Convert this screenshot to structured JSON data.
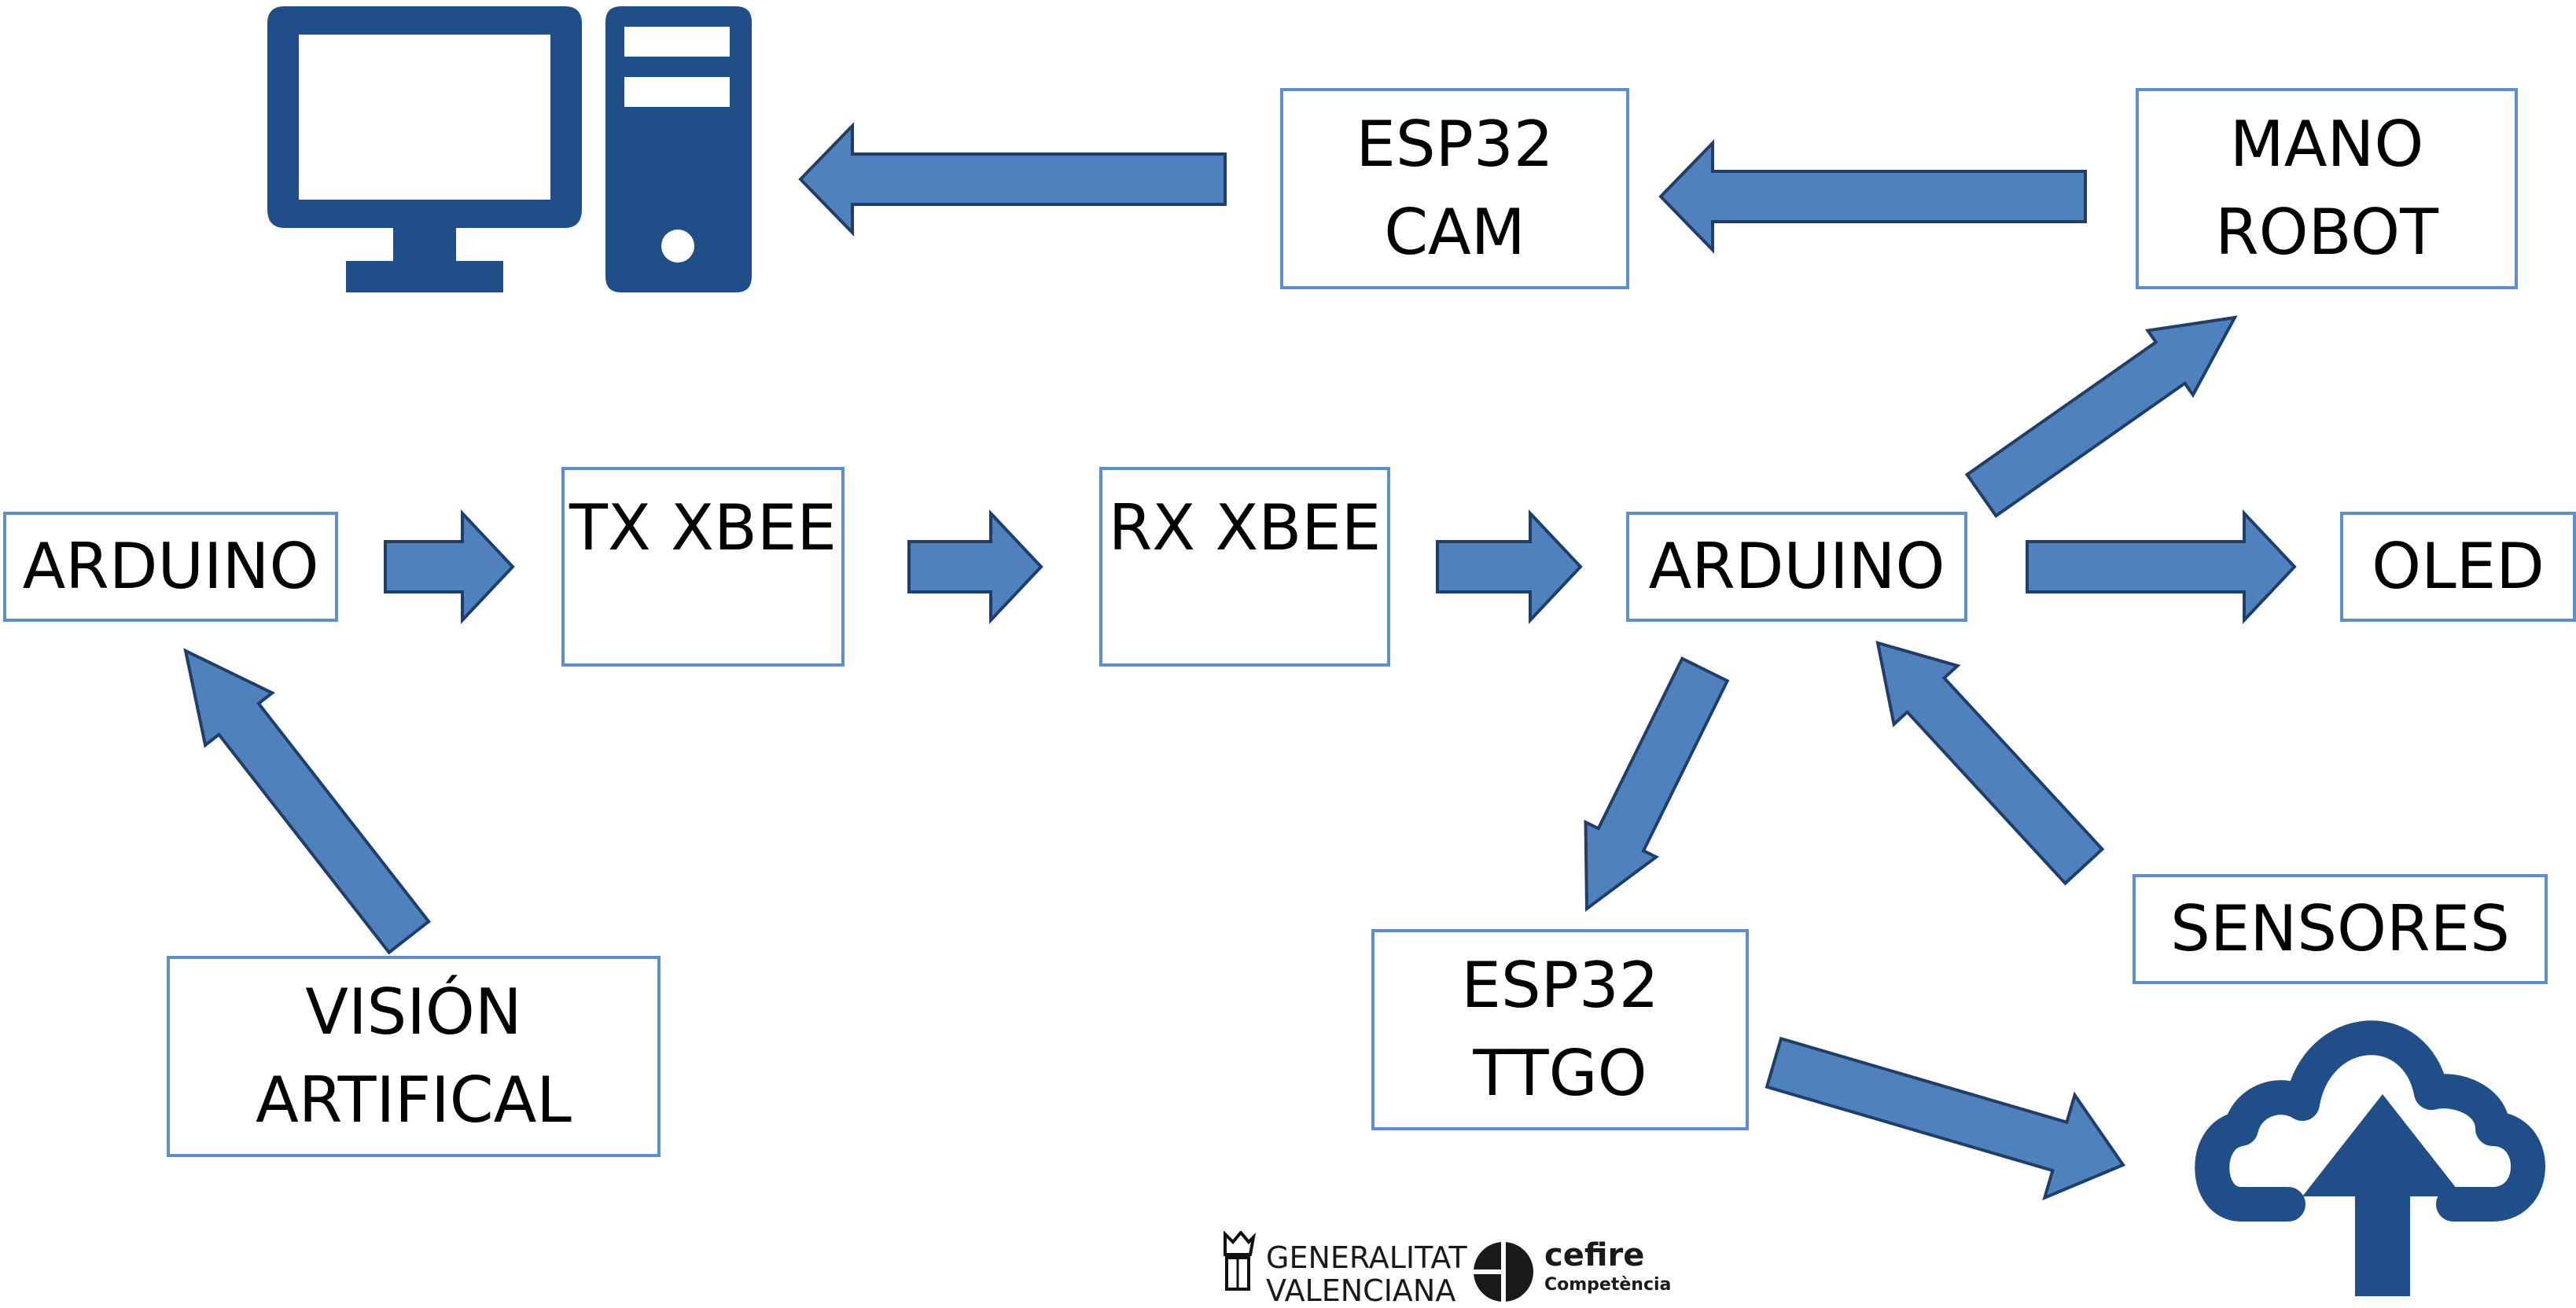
{
  "diagram": {
    "nodes": {
      "arduino_left": {
        "lines": [
          "ARDUINO"
        ]
      },
      "tx_xbee": {
        "lines": [
          "TX XBEE"
        ]
      },
      "rx_xbee": {
        "lines": [
          "RX XBEE"
        ]
      },
      "arduino_right": {
        "lines": [
          "ARDUINO"
        ]
      },
      "oled": {
        "lines": [
          "OLED"
        ]
      },
      "esp32_cam": {
        "lines": [
          "ESP32",
          "CAM"
        ]
      },
      "mano_robot": {
        "lines": [
          "MANO",
          "ROBOT"
        ]
      },
      "vision": {
        "lines": [
          "VISIÓN",
          "ARTIFICAL"
        ]
      },
      "esp32_ttgo": {
        "lines": [
          "ESP32",
          "TTGO"
        ]
      },
      "sensores": {
        "lines": [
          "SENSORES"
        ]
      }
    },
    "icons": {
      "computer": "desktop-computer-icon",
      "cloud": "cloud-upload-icon"
    },
    "colors": {
      "arrow_fill": "#4f81bd",
      "arrow_stroke": "#1f3e6a",
      "box_border": "#5b8fd0",
      "icon": "#1f4e89"
    }
  },
  "footer": {
    "gva_line1": "GENERALITAT",
    "gva_line2": "VALENCIANA",
    "cefire_name": "cefire",
    "cefire_sub": "Competència"
  }
}
